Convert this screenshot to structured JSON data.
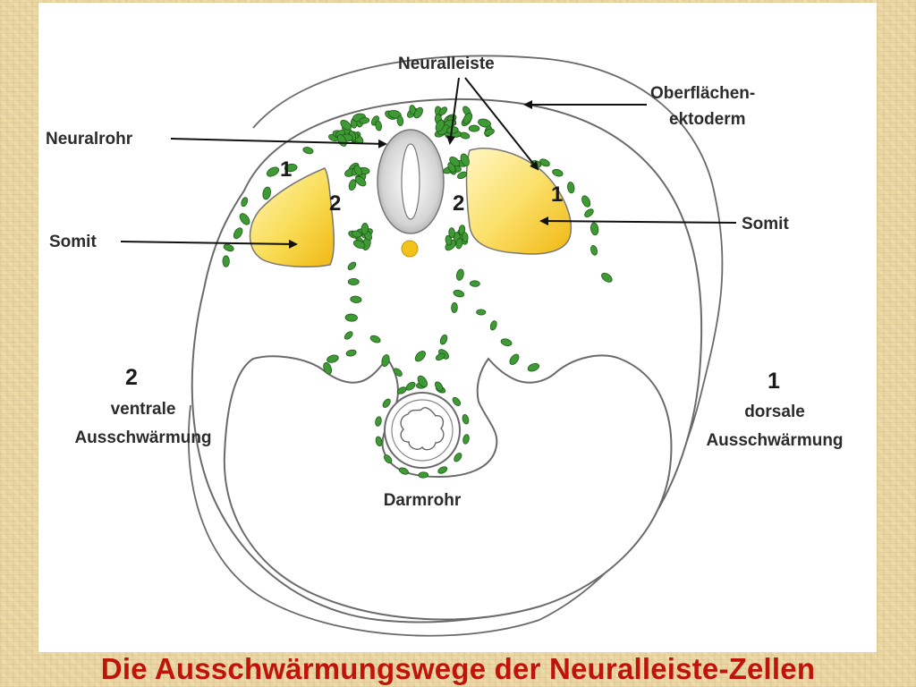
{
  "labels": {
    "neuralleiste": "Neuralleiste",
    "oberflaechen_line1": "Oberflächen-",
    "oberflaechen_line2": "ektoderm",
    "neuralrohr": "Neuralrohr",
    "somit_left": "Somit",
    "somit_right": "Somit",
    "ventral_number": "2",
    "ventral_line1": "ventrale",
    "ventral_line2": "Ausschwärmung",
    "dorsal_number": "1",
    "dorsal_line1": "dorsale",
    "dorsal_line2": "Ausschwärmung",
    "darmrohr": "Darmrohr",
    "marker_left_1": "1",
    "marker_left_2": "2",
    "marker_right_2": "2",
    "marker_right_1": "1"
  },
  "caption": "Die Ausschwärmungswege der Neuralleiste-Zellen",
  "colors": {
    "caption": "#c0140a",
    "cell_fill": "#3f9a35",
    "cell_stroke": "#1f5a1a",
    "somite_light": "#fff3a8",
    "somite_dark": "#f2c21a",
    "outline": "#555555"
  }
}
